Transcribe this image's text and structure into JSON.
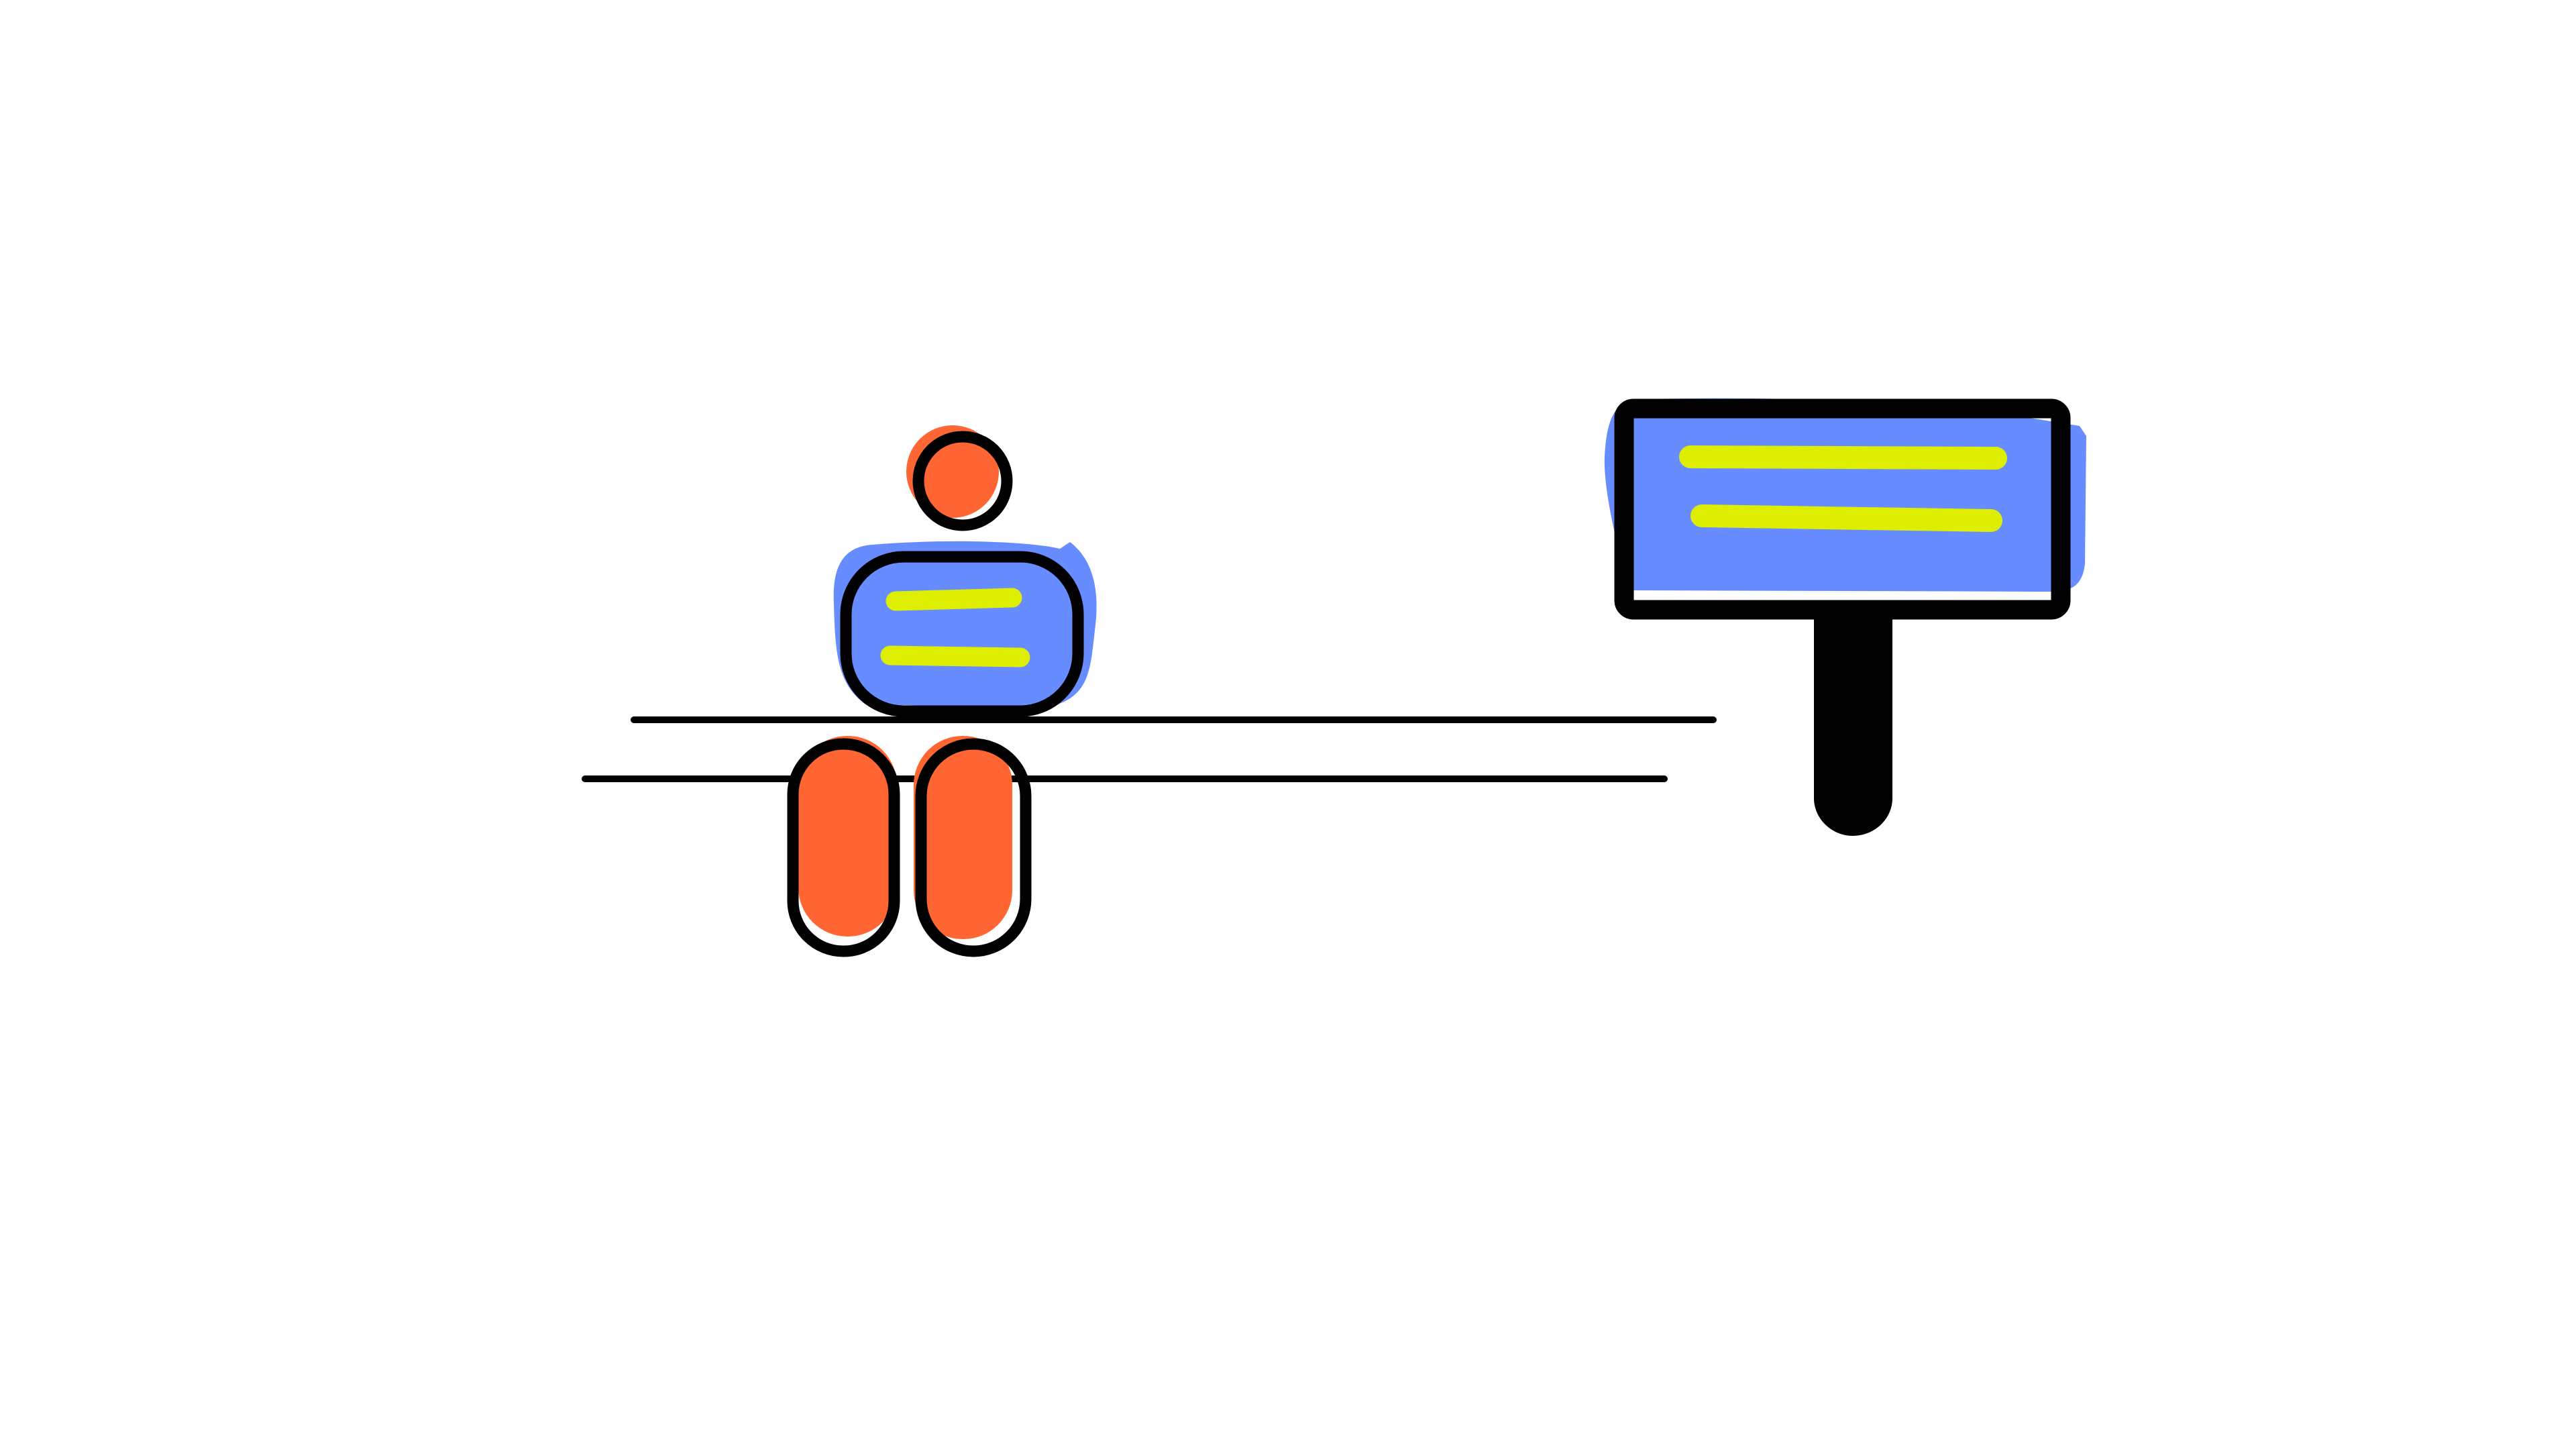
{
  "illustration": {
    "subject": [
      "person-figure",
      "bench",
      "sign-board"
    ],
    "colors": {
      "background": "#ffffff",
      "outline": "#000000",
      "accent_orange": "#ff6633",
      "accent_blue": "#668cff",
      "accent_yellow": "#ddee00"
    }
  }
}
